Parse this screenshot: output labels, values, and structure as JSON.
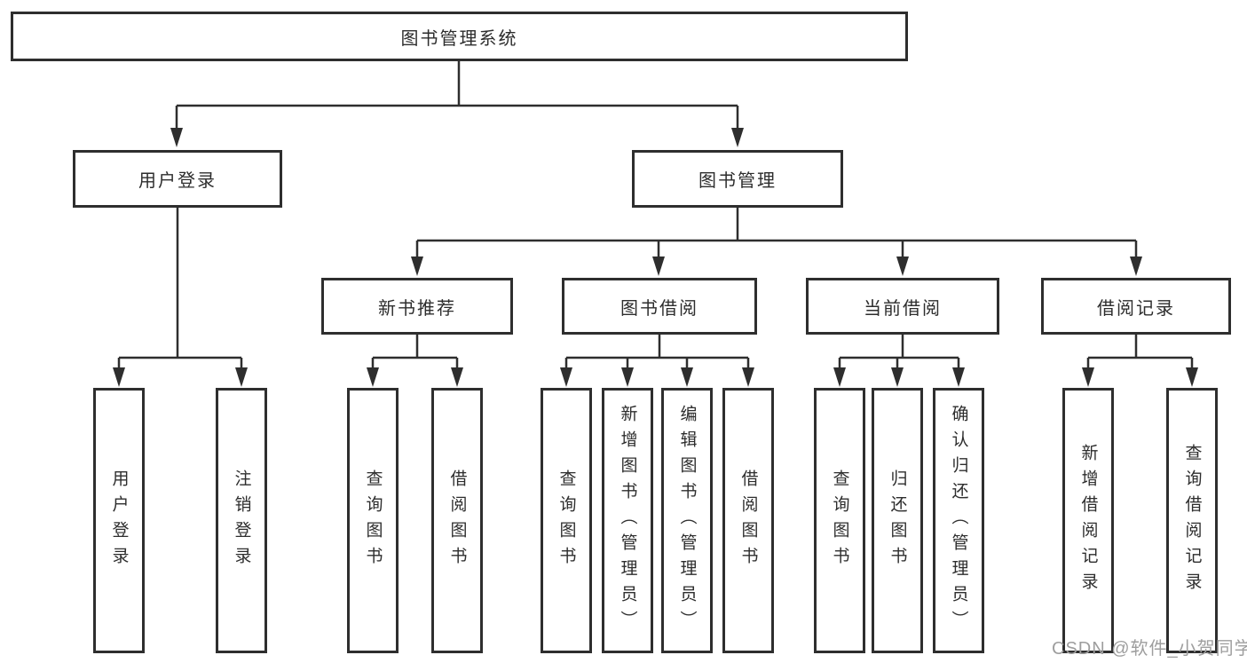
{
  "colors": {
    "line": "#2e2e2e",
    "box_border": "#2e2e2e",
    "text": "#2d2d2d",
    "watermark": "#9e9e9e",
    "background": "#ffffff"
  },
  "watermark": "CSDN @软件_小贺同学",
  "tree": {
    "title": "图书管理系统",
    "children": [
      {
        "label": "用户登录",
        "children": [
          {
            "label": "用户登录"
          },
          {
            "label": "注销登录"
          }
        ]
      },
      {
        "label": "图书管理",
        "children": [
          {
            "label": "新书推荐",
            "children": [
              {
                "label": "查询图书"
              },
              {
                "label": "借阅图书"
              }
            ]
          },
          {
            "label": "图书借阅",
            "children": [
              {
                "label": "查询图书"
              },
              {
                "label": "新增图书（管理员）"
              },
              {
                "label": "编辑图书（管理员）"
              },
              {
                "label": "借阅图书"
              }
            ]
          },
          {
            "label": "当前借阅",
            "children": [
              {
                "label": "查询图书"
              },
              {
                "label": "归还图书"
              },
              {
                "label": "确认归还（管理员）"
              }
            ]
          },
          {
            "label": "借阅记录",
            "children": [
              {
                "label": "新增借阅记录"
              },
              {
                "label": "查询借阅记录"
              }
            ]
          }
        ]
      }
    ]
  }
}
